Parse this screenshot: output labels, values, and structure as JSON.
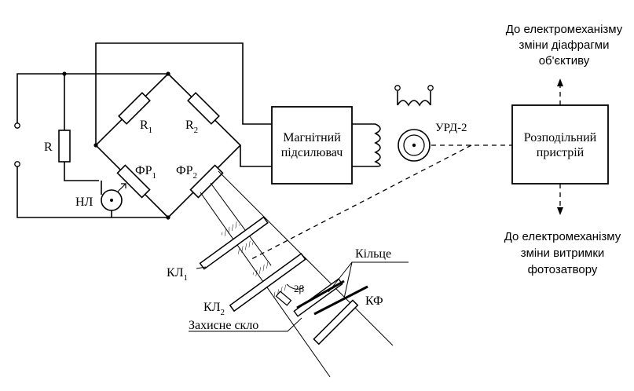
{
  "labels": {
    "R1": "R",
    "R1_sub": "1",
    "R2": "R",
    "R2_sub": "2",
    "R": "R",
    "FR1": "ФР",
    "FR1_sub": "1",
    "FR2": "ФР",
    "FR2_sub": "2",
    "NL": "НЛ",
    "KL1": "КЛ",
    "KL1_sub": "1",
    "KL2": "КЛ",
    "KL2_sub": "2",
    "angle": "2β",
    "ring": "Кільце",
    "KF": "КФ",
    "glass": "Захисне скло",
    "urd": "УРД-2"
  },
  "amplifier": {
    "line1": "Магнітний",
    "line2": "підсилювач"
  },
  "distributor": {
    "line1": "Розподільний",
    "line2": "пристрій"
  },
  "outputs": {
    "aperture": [
      "До електромеханізму",
      "зміни діафрагми",
      "об'єктиву"
    ],
    "shutter": [
      "До електромеханізму",
      "зміни витримки",
      "фотозатвору"
    ]
  }
}
